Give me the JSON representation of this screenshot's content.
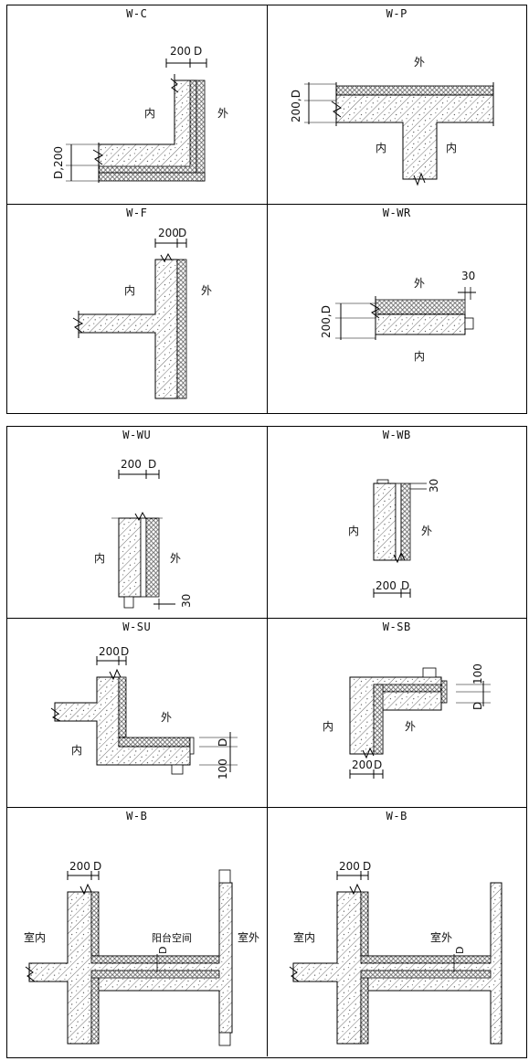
{
  "top_table": {
    "rows": [
      {
        "left": {
          "title": "W-C",
          "dim_width": "200",
          "dim_d": "D",
          "dim_vert": "D,200",
          "label_in": "内",
          "label_out": "外"
        },
        "right": {
          "title": "W-P",
          "dim_vert": "200,D",
          "label_out": "外",
          "label_in_left": "内",
          "label_in_right": "内"
        }
      },
      {
        "left": {
          "title": "W-F",
          "dim_width": "200",
          "dim_d": "D",
          "label_in": "内",
          "label_out": "外"
        },
        "right": {
          "title": "W-WR",
          "dim_30": "30",
          "dim_vert": "200,D",
          "label_out": "外",
          "label_in": "内"
        }
      }
    ]
  },
  "bottom_table": {
    "rows": [
      {
        "left": {
          "title": "W-WU",
          "dim_width": "200",
          "dim_d": "D",
          "dim_30": "30",
          "label_in": "内",
          "label_out": "外"
        },
        "right": {
          "title": "W-WB",
          "dim_width": "200",
          "dim_d": "D",
          "dim_30": "30",
          "label_in": "内",
          "label_out": "外"
        }
      },
      {
        "left": {
          "title": "W-SU",
          "dim_width": "200",
          "dim_d": "D",
          "dim_vert_d": "D",
          "dim_vert_100": "100",
          "label_in": "内",
          "label_out": "外"
        },
        "right": {
          "title": "W-SB",
          "dim_width": "200",
          "dim_d": "D",
          "dim_vert_100": "100",
          "dim_vert_d": "D",
          "label_in": "内",
          "label_out": "外"
        }
      },
      {
        "left": {
          "title": "W-B",
          "dim_width": "200",
          "dim_d": "D",
          "slab_d": "D",
          "label_indoor": "室内",
          "label_balcony": "阳台空间",
          "label_outdoor": "室外"
        },
        "right": {
          "title": "W-B",
          "dim_width": "200",
          "dim_d": "D",
          "slab_d": "D",
          "label_indoor": "室内",
          "label_outdoor": "室外"
        }
      }
    ]
  }
}
